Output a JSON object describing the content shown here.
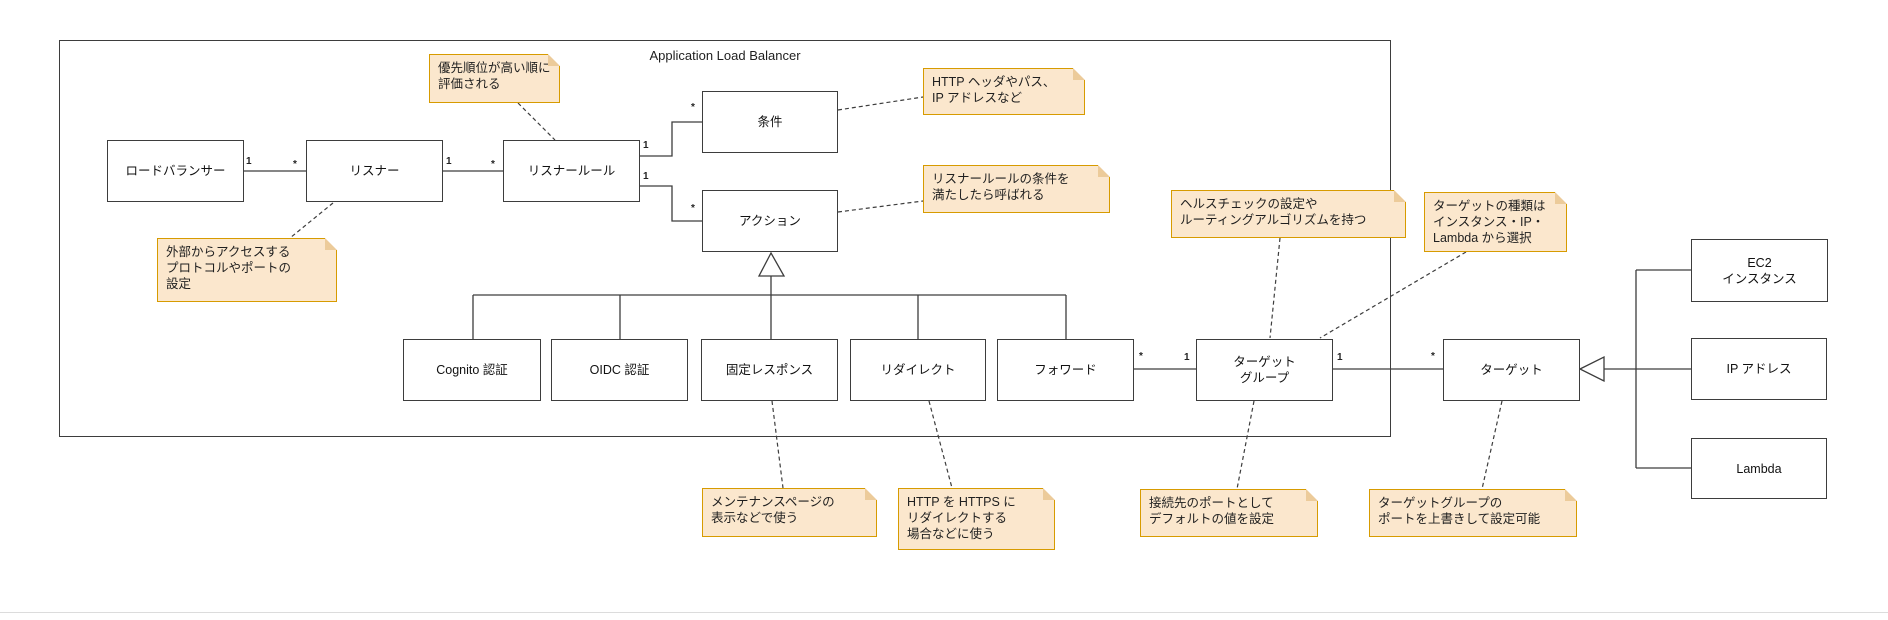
{
  "diagram": {
    "container_label": "Application Load Balancer",
    "classes": {
      "load_balancer": "ロードバランサー",
      "listener": "リスナー",
      "listener_rule": "リスナールール",
      "condition": "条件",
      "action": "アクション",
      "cognito_auth": "Cognito 認証",
      "oidc_auth": "OIDC 認証",
      "fixed_response": "固定レスポンス",
      "redirect": "リダイレクト",
      "forward": "フォワード",
      "target_group": "ターゲット\nグループ",
      "target": "ターゲット",
      "ec2_instance": "EC2\nインスタンス",
      "ip_address": "IP アドレス",
      "lambda": "Lambda"
    },
    "notes": {
      "priority": "優先順位が高い順に\n評価される",
      "external_access": "外部からアクセスする\nプロトコルやポートの\n設定",
      "http_header": "HTTP ヘッダやパス、\nIP アドレスなど",
      "rule_condition": "リスナールールの条件を\n満たしたら呼ばれる",
      "health_check": "ヘルスチェックの設定や\nルーティングアルゴリズムを持つ",
      "target_type": "ターゲットの種類は\nインスタンス・IP・\nLambda から選択",
      "maintenance": "メンテナンスページの\n表示などで使う",
      "https_redirect": "HTTP を HTTPS に\nリダイレクトする\n場合などに使う",
      "default_port": "接続先のポートとして\nデフォルトの値を設定",
      "override_port": "ターゲットグループの\nポートを上書きして設定可能"
    },
    "multiplicities": {
      "one": "1",
      "many": "*"
    },
    "colors": {
      "note_fill": "#fbe7cd",
      "note_border": "#d79b00",
      "line": "#3d3d3d",
      "box_fill": "#ffffff"
    }
  }
}
